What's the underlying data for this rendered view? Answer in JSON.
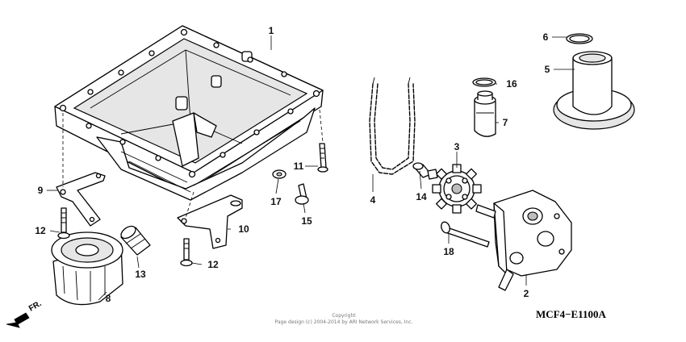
{
  "diagram_code": "MCF4−E1100A",
  "copyright": {
    "line1": "Copyright",
    "line2": "Page design (c) 2004-2014 by ARI Network Services, Inc."
  },
  "direction_label": "FR.",
  "callouts": {
    "c1": "1",
    "c2": "2",
    "c3": "3",
    "c4": "4",
    "c5": "5",
    "c6": "6",
    "c7": "7",
    "c8": "8",
    "c9": "9",
    "c10": "10",
    "c11": "11",
    "c12a": "12",
    "c12b": "12",
    "c13": "13",
    "c14": "14",
    "c15": "15",
    "c16": "16",
    "c17": "17",
    "c18": "18"
  }
}
